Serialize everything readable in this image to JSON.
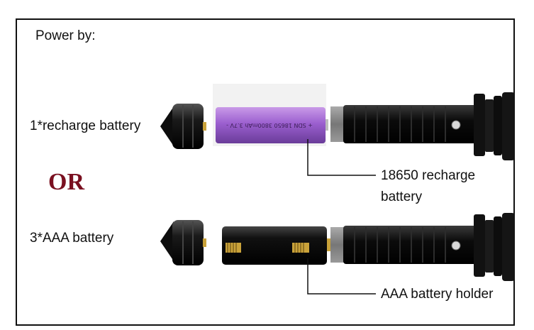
{
  "title": "Power by:",
  "option_1_label": "1*recharge battery",
  "or_text": "OR",
  "option_2_label": "3*AAA battery",
  "callout_1_line1": "18650 recharge",
  "callout_1_line2": "battery",
  "callout_2": "AAA battery holder",
  "battery_print": "+ SDN 18650 3800mAh 3.7V -",
  "colors": {
    "battery": "#9b5fcf",
    "or": "#7a1020",
    "body": "#111111"
  }
}
